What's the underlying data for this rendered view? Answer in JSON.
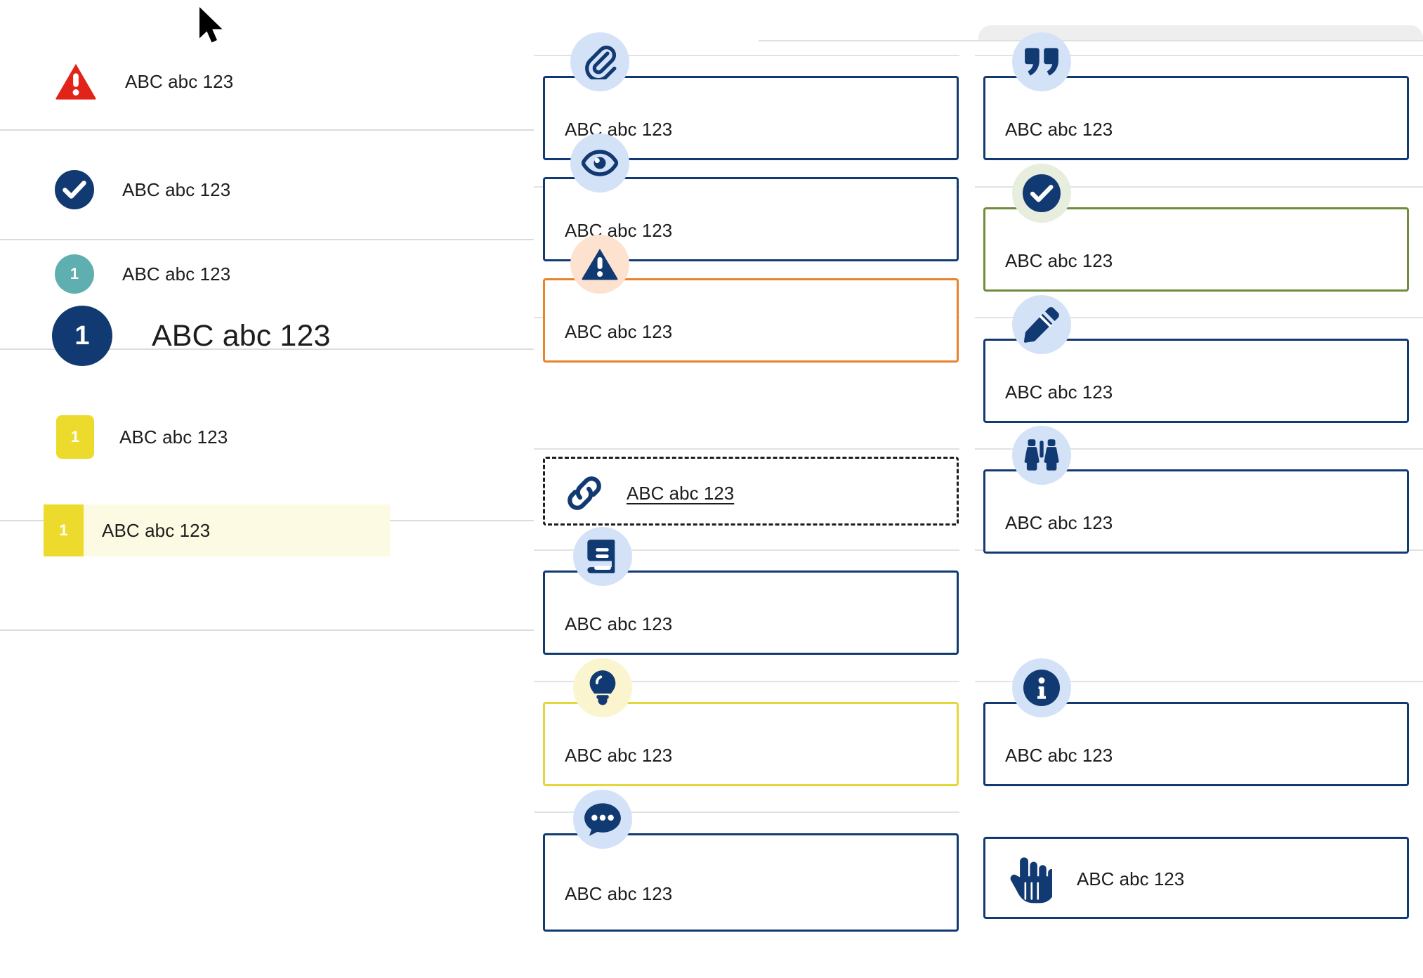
{
  "colors": {
    "primary_dark_blue": "#123a72",
    "deep_navy": "#123a72",
    "danger_red": "#e2231a",
    "teal": "#5fafb0",
    "yellow": "#ecdb2c",
    "yellow_border": "#e7d63a",
    "highlight_bg": "#fdfae3",
    "orange": "#e8822b",
    "olive": "#6f8b3b",
    "chip_blue": "#d4e2f8",
    "chip_peach": "#fde3cf",
    "chip_mint": "#e8eedd",
    "chip_cream": "#fbf5cf",
    "divider_grey": "#e2e2e2",
    "panel_grey": "#eeeeee",
    "text": "#1d1d1b"
  },
  "sample_text": "ABC abc 123",
  "left_column": {
    "rows": [
      {
        "label": "ABC abc 123",
        "icon": "warning-triangle-icon",
        "badge_color": "#e2231a",
        "shape": "triangle",
        "size": "normal"
      },
      {
        "label": "ABC abc 123",
        "icon": "check-circle-icon",
        "badge_color": "#123a72",
        "shape": "circle",
        "size": "normal"
      },
      {
        "label": "ABC abc 123",
        "icon": "number-badge",
        "badge_number": "1",
        "badge_color": "#5fafb0",
        "shape": "circle",
        "size": "normal"
      },
      {
        "label": "ABC abc 123",
        "icon": "number-badge",
        "badge_number": "1",
        "badge_color": "#123a72",
        "shape": "circle",
        "size": "large"
      },
      {
        "label": "ABC abc 123",
        "icon": "number-badge",
        "badge_number": "1",
        "badge_color": "#ecdb2c",
        "shape": "rounded-square",
        "size": "normal"
      }
    ],
    "highlighted_row": {
      "label": "ABC abc 123",
      "badge_number": "1",
      "stripe_color": "#ecdb2c",
      "background": "#fdfae3"
    }
  },
  "middle_column": {
    "cards": [
      {
        "label": "ABC abc 123",
        "icon": "paperclip-icon",
        "chip_color": "#d4e2f8",
        "border_color": "#123a72",
        "border_style": "solid"
      },
      {
        "label": "ABC abc 123",
        "icon": "eye-icon",
        "chip_color": "#d4e2f8",
        "border_color": "#123a72",
        "border_style": "solid"
      },
      {
        "label": "ABC abc 123",
        "icon": "warning-triangle-icon",
        "chip_color": "#fde3cf",
        "border_color": "#e8822b",
        "border_style": "solid"
      },
      {
        "label": "ABC abc 123",
        "icon": "link-chain-icon",
        "chip_color": "none",
        "border_color": "#1d1d1b",
        "border_style": "dashed",
        "link": true
      },
      {
        "label": "ABC abc 123",
        "icon": "book-icon",
        "chip_color": "#d4e2f8",
        "border_color": "#123a72",
        "border_style": "solid"
      },
      {
        "label": "ABC abc 123",
        "icon": "lightbulb-icon",
        "chip_color": "#fbf5cf",
        "border_color": "#e7d63a",
        "border_style": "solid"
      },
      {
        "label": "ABC abc 123",
        "icon": "chat-bubble-icon",
        "chip_color": "#d4e2f8",
        "border_color": "#123a72",
        "border_style": "solid"
      }
    ]
  },
  "right_column": {
    "cards": [
      {
        "label": "ABC abc 123",
        "icon": "quote-marks-icon",
        "chip_color": "#d4e2f8",
        "border_color": "#123a72",
        "border_style": "solid"
      },
      {
        "label": "ABC abc 123",
        "icon": "check-circle-icon",
        "chip_color": "#e8eedd",
        "border_color": "#6f8b3b",
        "border_style": "solid"
      },
      {
        "label": "ABC abc 123",
        "icon": "pencil-icon",
        "chip_color": "#d4e2f8",
        "border_color": "#123a72",
        "border_style": "solid"
      },
      {
        "label": "ABC abc 123",
        "icon": "binoculars-icon",
        "chip_color": "#d4e2f8",
        "border_color": "#123a72",
        "border_style": "solid"
      },
      {
        "label": "ABC abc 123",
        "icon": "info-circle-icon",
        "chip_color": "#d4e2f8",
        "border_color": "#123a72",
        "border_style": "solid"
      },
      {
        "label": "ABC abc 123",
        "icon": "pointing-hand-icon",
        "chip_color": "none",
        "border_color": "#123a72",
        "border_style": "solid"
      }
    ]
  }
}
